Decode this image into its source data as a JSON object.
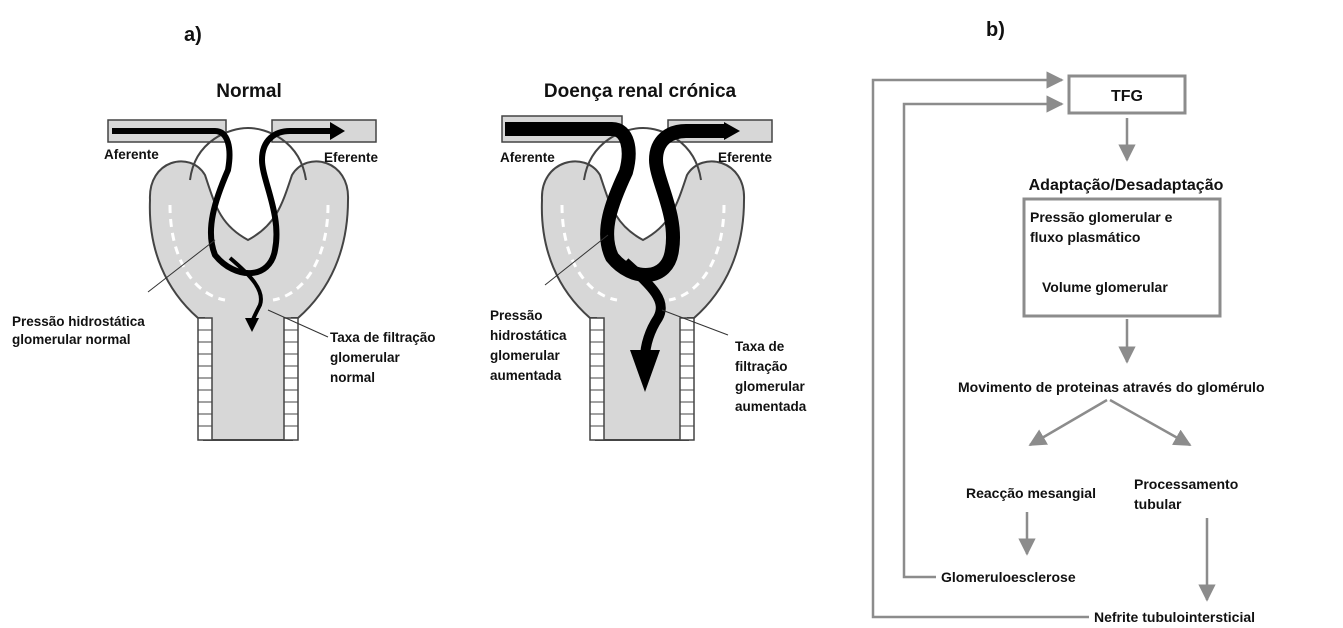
{
  "panel_a": {
    "label": "a)",
    "normal": {
      "title": "Normal",
      "afferent": "Aferente",
      "efferent": "Eferente",
      "pressure": [
        "Pressão hidrostática",
        "glomerular normal"
      ],
      "gfr": [
        "Taxa de filtração",
        "glomerular",
        "normal"
      ]
    },
    "disease": {
      "title": "Doença renal crónica",
      "afferent": "Aferente",
      "efferent": "Eferente",
      "pressure": [
        "Pressão",
        "hidrostática",
        "glomerular",
        "aumentada"
      ],
      "gfr": [
        "Taxa de",
        "filtração",
        "glomerular",
        "aumentada"
      ]
    }
  },
  "panel_b": {
    "label": "b)",
    "tfg": "TFG",
    "adaptation": "Adaptação/Desadaptação",
    "box_lines": [
      "Pressão glomerular e",
      "fluxo plasmático",
      "Volume glomerular"
    ],
    "movement": "Movimento de proteinas através do glomérulo",
    "mesangial": "Reacção mesangial",
    "tubular": [
      "Processamento",
      "tubular"
    ],
    "sclerosis": "Glomeruloesclerose",
    "nephritis": "Nefrite tubulointersticial"
  },
  "colors": {
    "arrow": "#8c8c8c",
    "tissue": "#d7d7d7",
    "flow": "#000000",
    "outline": "#444444"
  }
}
